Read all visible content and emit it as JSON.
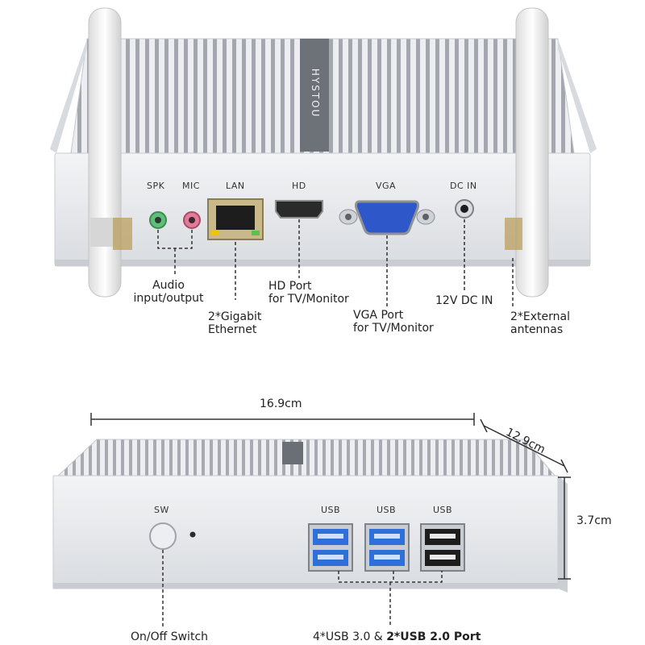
{
  "top_view": {
    "brand_text": "HYSTOU",
    "port_labels": {
      "spk": "SPK",
      "mic": "MIC",
      "lan": "LAN",
      "hd": "HD",
      "vga": "VGA",
      "dc_in": "DC IN"
    },
    "callouts": {
      "audio_line1": "Audio",
      "audio_line2": "input/output",
      "ethernet_line1": "2*Gigabit",
      "ethernet_line2": "Ethernet",
      "hd_line1": "HD Port",
      "hd_line2": "for TV/Monitor",
      "vga_line1": "VGA Port",
      "vga_line2": "for TV/Monitor",
      "dc": "12V DC IN",
      "antenna_line1": "2*External",
      "antenna_line2": "antennas"
    }
  },
  "bottom_view": {
    "dimensions": {
      "width": "16.9cm",
      "depth": "12.9cm",
      "height": "3.7cm"
    },
    "port_labels": {
      "sw": "SW",
      "usb_1": "USB",
      "usb_2": "USB",
      "usb_3": "USB"
    },
    "callouts": {
      "switch": "On/Off Switch",
      "usb_normal": "4*USB 3.0 & ",
      "usb_bold": "2*USB 2.0 Port"
    }
  },
  "colors": {
    "case_silver": "#e4e6ea",
    "fin_dark": "#9a9ea5",
    "usb3_blue": "#2f6fd8",
    "vga_blue": "#2e57c9",
    "spk_green": "#5fbf7a",
    "mic_pink": "#e27b9a"
  }
}
